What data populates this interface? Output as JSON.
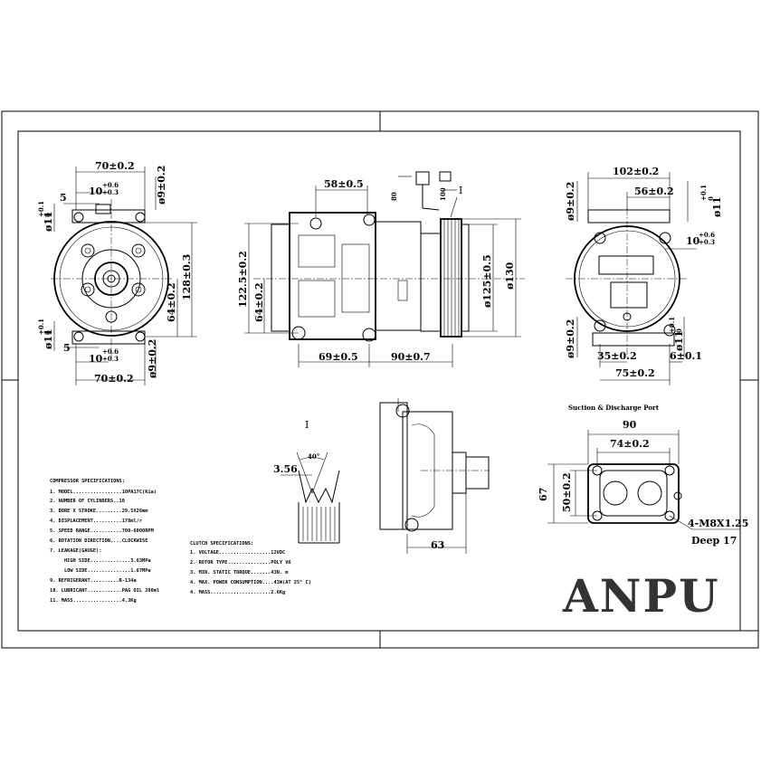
{
  "dimensions": {
    "left_top_width": "70±0.2",
    "left_top_10": "10",
    "left_top_tol_plus": "+0.6",
    "left_top_tol_minus": "+0.3",
    "left_top_5": "5",
    "left_top_d9": "ø9±0.2",
    "left_top_d11": "ø11",
    "left_top_d11_tol_plus": "+0.1",
    "left_top_d11_tol_minus": "0",
    "left_128": "128±0.3",
    "left_64": "64±0.2",
    "left_bot_d11": "ø11",
    "left_bot_d11_tol_plus": "+0.1",
    "left_bot_d11_tol_minus": "0",
    "left_bot_5": "5",
    "left_bot_10": "10",
    "left_bot_tol_plus": "+0.6",
    "left_bot_tol_minus": "+0.3",
    "left_bot_d9": "ø9±0.2",
    "left_bot_width": "70±0.2",
    "side_58": "58±0.5",
    "side_122": "122.5±0.2",
    "side_64": "64±0.2",
    "side_69": "69±0.5",
    "side_90": "90±0.7",
    "side_d125": "ø125±0.5",
    "side_d130": "ø130",
    "side_80": "80",
    "side_100": "100",
    "side_I": "I",
    "right_102": "102±0.2",
    "right_56": "56±0.2",
    "right_d9_top": "ø9±0.2",
    "right_d11": "ø11",
    "right_d11_tol_plus": "+0.1",
    "right_d11_tol_minus": "0",
    "right_10": "10",
    "right_tol_plus": "+0.6",
    "right_tol_minus": "+0.3",
    "right_d9_bot": "ø9±0.2",
    "right_d11_bot": "ø11",
    "right_d11_bot_tol_plus": "+0.1",
    "right_d11_bot_tol_minus": "0",
    "right_35": "35±0.2",
    "right_6": "6±0.1",
    "right_75": "75±0.2",
    "detail_I": "I",
    "detail_angle": "40°",
    "detail_356": "3.56",
    "front_63": "63",
    "port_title": "Suction & Discharge Port",
    "port_90": "90",
    "port_74": "74±0.2",
    "port_67": "67",
    "port_50": "50±0.2",
    "port_thread": "4-M8X1.25",
    "port_deep": "Deep 17"
  },
  "compressor_specs": {
    "title": "COMPRESSOR SPECIFICATIONS:",
    "lines": [
      "1. MODEL.................10PA17C(Kia)",
      "2. NUMBER OF CYLINDERS..10",
      "3. BORE X STROKE.........29.5X26mm",
      "4. DISPLACEMENT..........178ml/r",
      "5. SPEED RANGE...........700-6000RPM",
      "6. ROTATION DIRECTION....CLOCKWISE",
      "7. LEAKAGE(GAUGE):",
      "     HIGH SIDE..............3.63MPa",
      "     LOW SIDE...............1.67MPa",
      "9. REFRIGERANT..........R-134a",
      "10. LUBRICANT............PAG OIL 200ml",
      "11. MASS.................4.3Kg"
    ]
  },
  "clutch_specs": {
    "title": "CLUTCH SPECIFICATIONS:",
    "lines": [
      "1. VOLTAGE..................12VDC",
      "2. ROTOR TYPE...............POLY V6",
      "3. MIN. STATIC TORQUE.......43N. m",
      "4. MAX. POWER CONSUMPTION....43W(AT 25° C)",
      "4. MASS.....................2.6Kg"
    ]
  },
  "logo": "ANPU"
}
